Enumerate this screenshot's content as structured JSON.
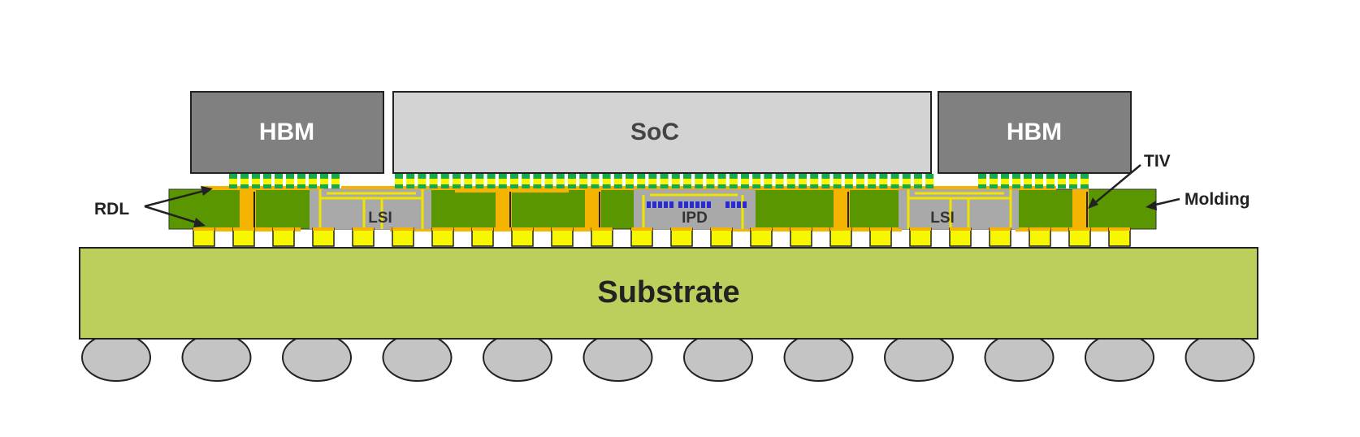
{
  "components": {
    "hbm_left": "HBM",
    "soc": "SoC",
    "hbm_right": "HBM",
    "lsi_left": "LSI",
    "ipd": "IPD",
    "lsi_right": "LSI",
    "substrate": "Substrate"
  },
  "callouts": {
    "rdl": "RDL",
    "tiv": "TIV",
    "molding": "Molding"
  },
  "colors": {
    "hbm": "#808080",
    "soc": "#d3d3d3",
    "molding": "#5a9600",
    "rdl": "#f5b400",
    "tiv": "#f5b400",
    "lsi": "#a9a9a9",
    "bridge_wiring": "#f0e400",
    "ipd_capacitor": "#2a2ad4",
    "pillar": "#f7f700",
    "microbump_pad": "#17a84a",
    "substrate": "#bccf5c",
    "solder_ball": "#c4c4c4",
    "outline": "#222222"
  }
}
